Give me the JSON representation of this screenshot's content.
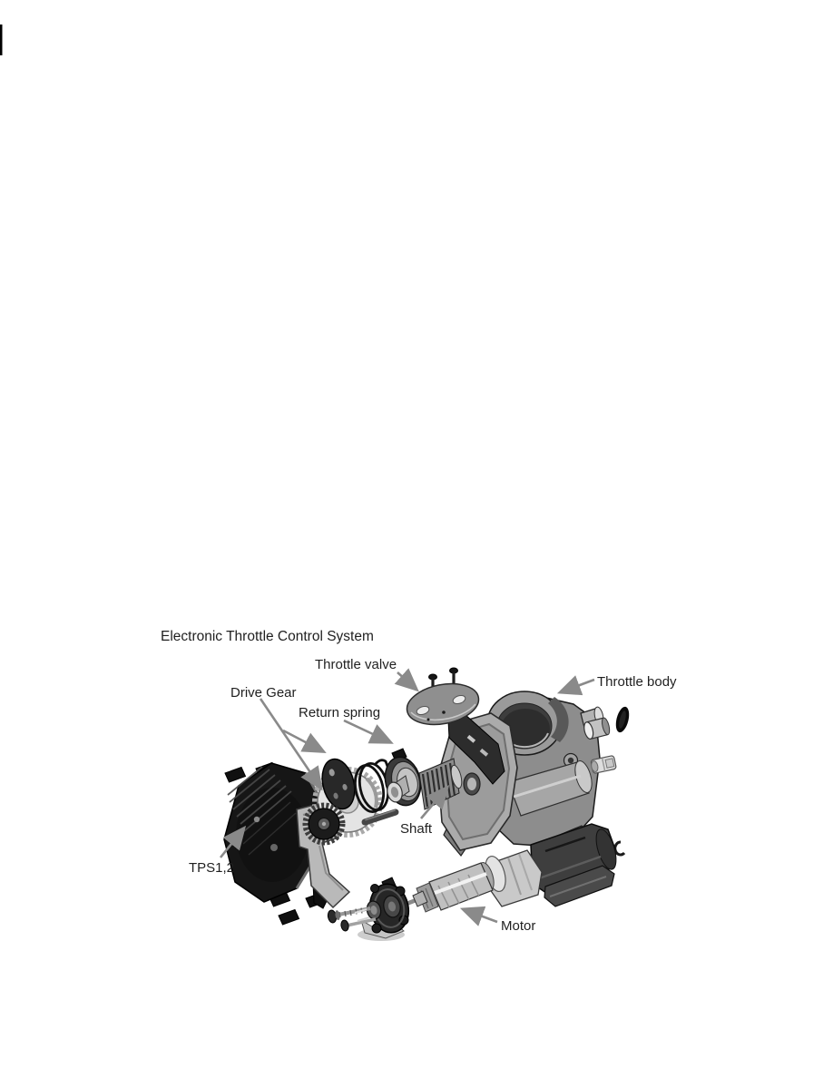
{
  "page": {
    "background_color": "#ffffff",
    "kind": "service-manual figure page"
  },
  "figure": {
    "title": "Electronic Throttle Control System",
    "type": "exploded-parts-diagram",
    "callouts": [
      {
        "id": "throttle-valve",
        "label": "Throttle valve"
      },
      {
        "id": "throttle-body",
        "label": "Throttle body"
      },
      {
        "id": "drive-gear",
        "label": "Drive Gear"
      },
      {
        "id": "return-spring",
        "label": "Return spring"
      },
      {
        "id": "shaft",
        "label": "Shaft"
      },
      {
        "id": "tps",
        "label": "TPS1,2"
      },
      {
        "id": "motor",
        "label": "Motor"
      }
    ],
    "colors": {
      "label_text": "#1f1f1f",
      "leader_arrow_gray": "#8a8a8a",
      "part_dark": "#1a1a1a",
      "part_mid_gray": "#8f8f8f",
      "part_light_gray": "#d9d9d9",
      "background": "#ffffff"
    }
  }
}
